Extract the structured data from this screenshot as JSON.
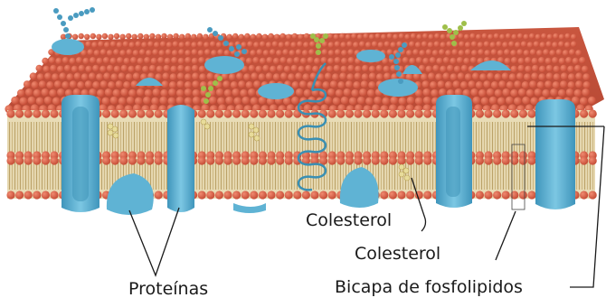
{
  "labels": {
    "proteins": "Proteínas",
    "cholesterol_upper": "Colesterol",
    "cholesterol_lower": "Colesterol",
    "bilayer": "Bicapa de fosfolipidos"
  },
  "colors": {
    "lipid_head": "#d9604a",
    "lipid_head_dark": "#b8432f",
    "lipid_tail": "#c9b27a",
    "protein": "#5fb3d4",
    "protein_dark": "#3a8fb3",
    "cholesterol": "#e8dc9a",
    "glycan_blue": "#4a9bc0",
    "glycan_green": "#9fbf4a",
    "leader_line": "#1a1a1a"
  }
}
